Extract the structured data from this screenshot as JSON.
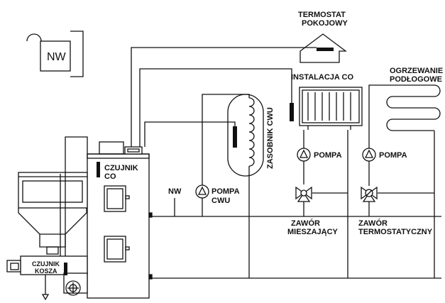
{
  "labels": {
    "nw_box": "NW",
    "termostat_line1": "TERMOSTAT",
    "termostat_line2": "POKOJOWY",
    "instalacja_co": "INSTALACJA CO",
    "ogrzewanie_line1": "OGRZEWANIE",
    "ogrzewanie_line2": "PODŁOGOWE",
    "zasobnik_cwu": "ZASOBNIK CWU",
    "czujnik_co_line1": "CZUJNIK",
    "czujnik_co_line2": "CO",
    "nw_pipe": "NW",
    "pompa_cwu_line1": "POMPA",
    "pompa_cwu_line2": "CWU",
    "pompa_co": "POMPA",
    "pompa_podlogowa": "POMPA",
    "zawor_mieszajacy_line1": "ZAWÓR",
    "zawor_mieszajacy_line2": "MIESZAJĄCY",
    "zawor_termostatyczny_line1": "ZAWÓR",
    "zawor_termostatyczny_line2": "TERMOSTATYCZNY",
    "czujnik_kosza_line1": "CZUJNIK",
    "czujnik_kosza_line2": "KOSZA"
  }
}
